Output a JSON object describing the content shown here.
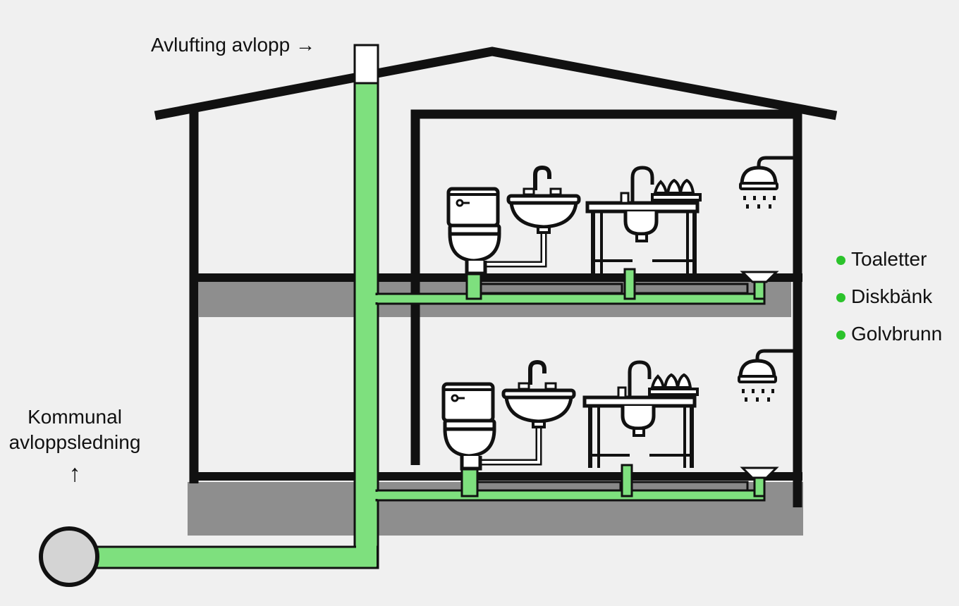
{
  "labels": {
    "vent": "Avlufting avlopp →",
    "municipal_line1": "Kommunal",
    "municipal_line2": "avloppsledning",
    "arrow": "↑"
  },
  "legend": {
    "items": [
      {
        "label": "Toaletter"
      },
      {
        "label": "Diskbänk"
      },
      {
        "label": "Golvbrunn"
      }
    ]
  },
  "colors": {
    "pipe": "#7ee07e",
    "dot": "#2bc32b",
    "wall": "#111111",
    "slab": "#8e8e8e",
    "background": "#f0f0f0",
    "sewer_main": "#d4d4d4"
  },
  "icons": {
    "fixtures": [
      "toilet-icon",
      "washbasin-icon",
      "kitchen-sink-icon",
      "dish-rack-icon",
      "shower-head-icon",
      "floor-drain-icon"
    ]
  }
}
